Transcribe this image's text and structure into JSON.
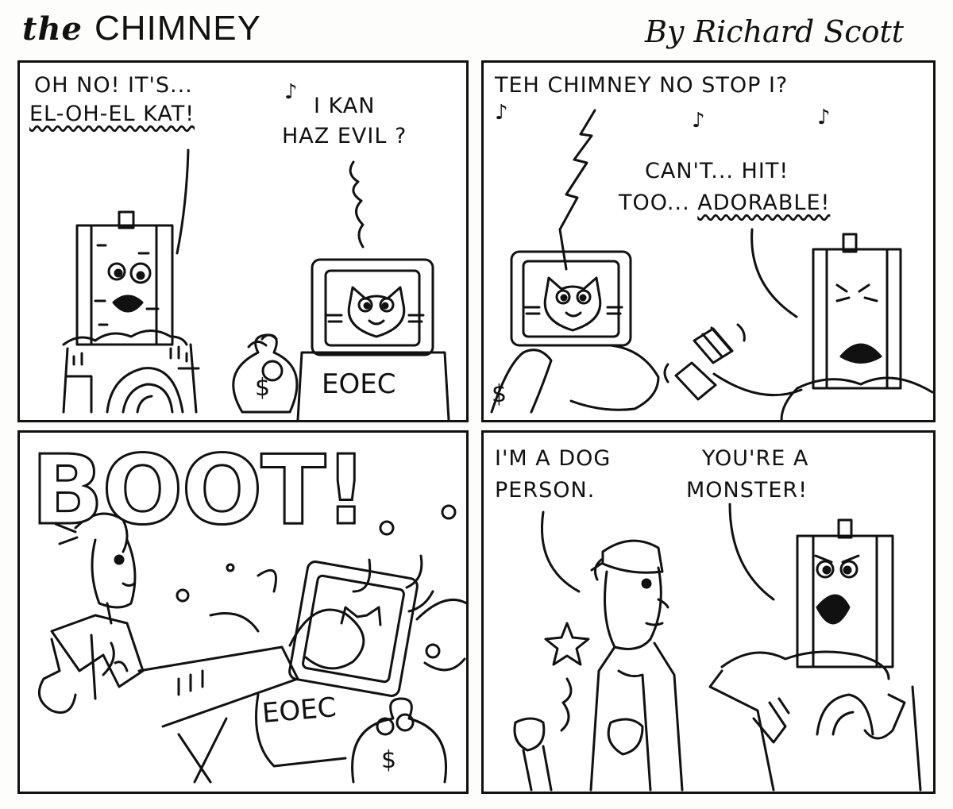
{
  "header": {
    "title_the": "the",
    "title_main": "CHIMNEY",
    "byline": "By Richard Scott"
  },
  "panel1": {
    "speech_left_line1": "OH NO! IT'S...",
    "speech_left_line2": "EL-OH-EL KAT!",
    "speech_right_line1": "I KAN",
    "speech_right_line2": "HAZ EVIL ?",
    "monitor_label": "EOEC",
    "money_symbol": "$"
  },
  "panel2": {
    "song_line": "TEH CHIMNEY NO STOP I?",
    "speech_line1": "CAN'T... HIT!",
    "speech_line2_prefix": "TOO...",
    "speech_line2_emph": "ADORABLE!",
    "money_symbol": "$"
  },
  "panel3": {
    "sfx": "BOOT!",
    "monitor_label": "EOEC",
    "money_symbol": "$"
  },
  "panel4": {
    "speech_left_line1": "I'M A DOG",
    "speech_left_line2": "PERSON.",
    "speech_right_line1": "YOU'RE A",
    "speech_right_line2": "MONSTER!"
  }
}
